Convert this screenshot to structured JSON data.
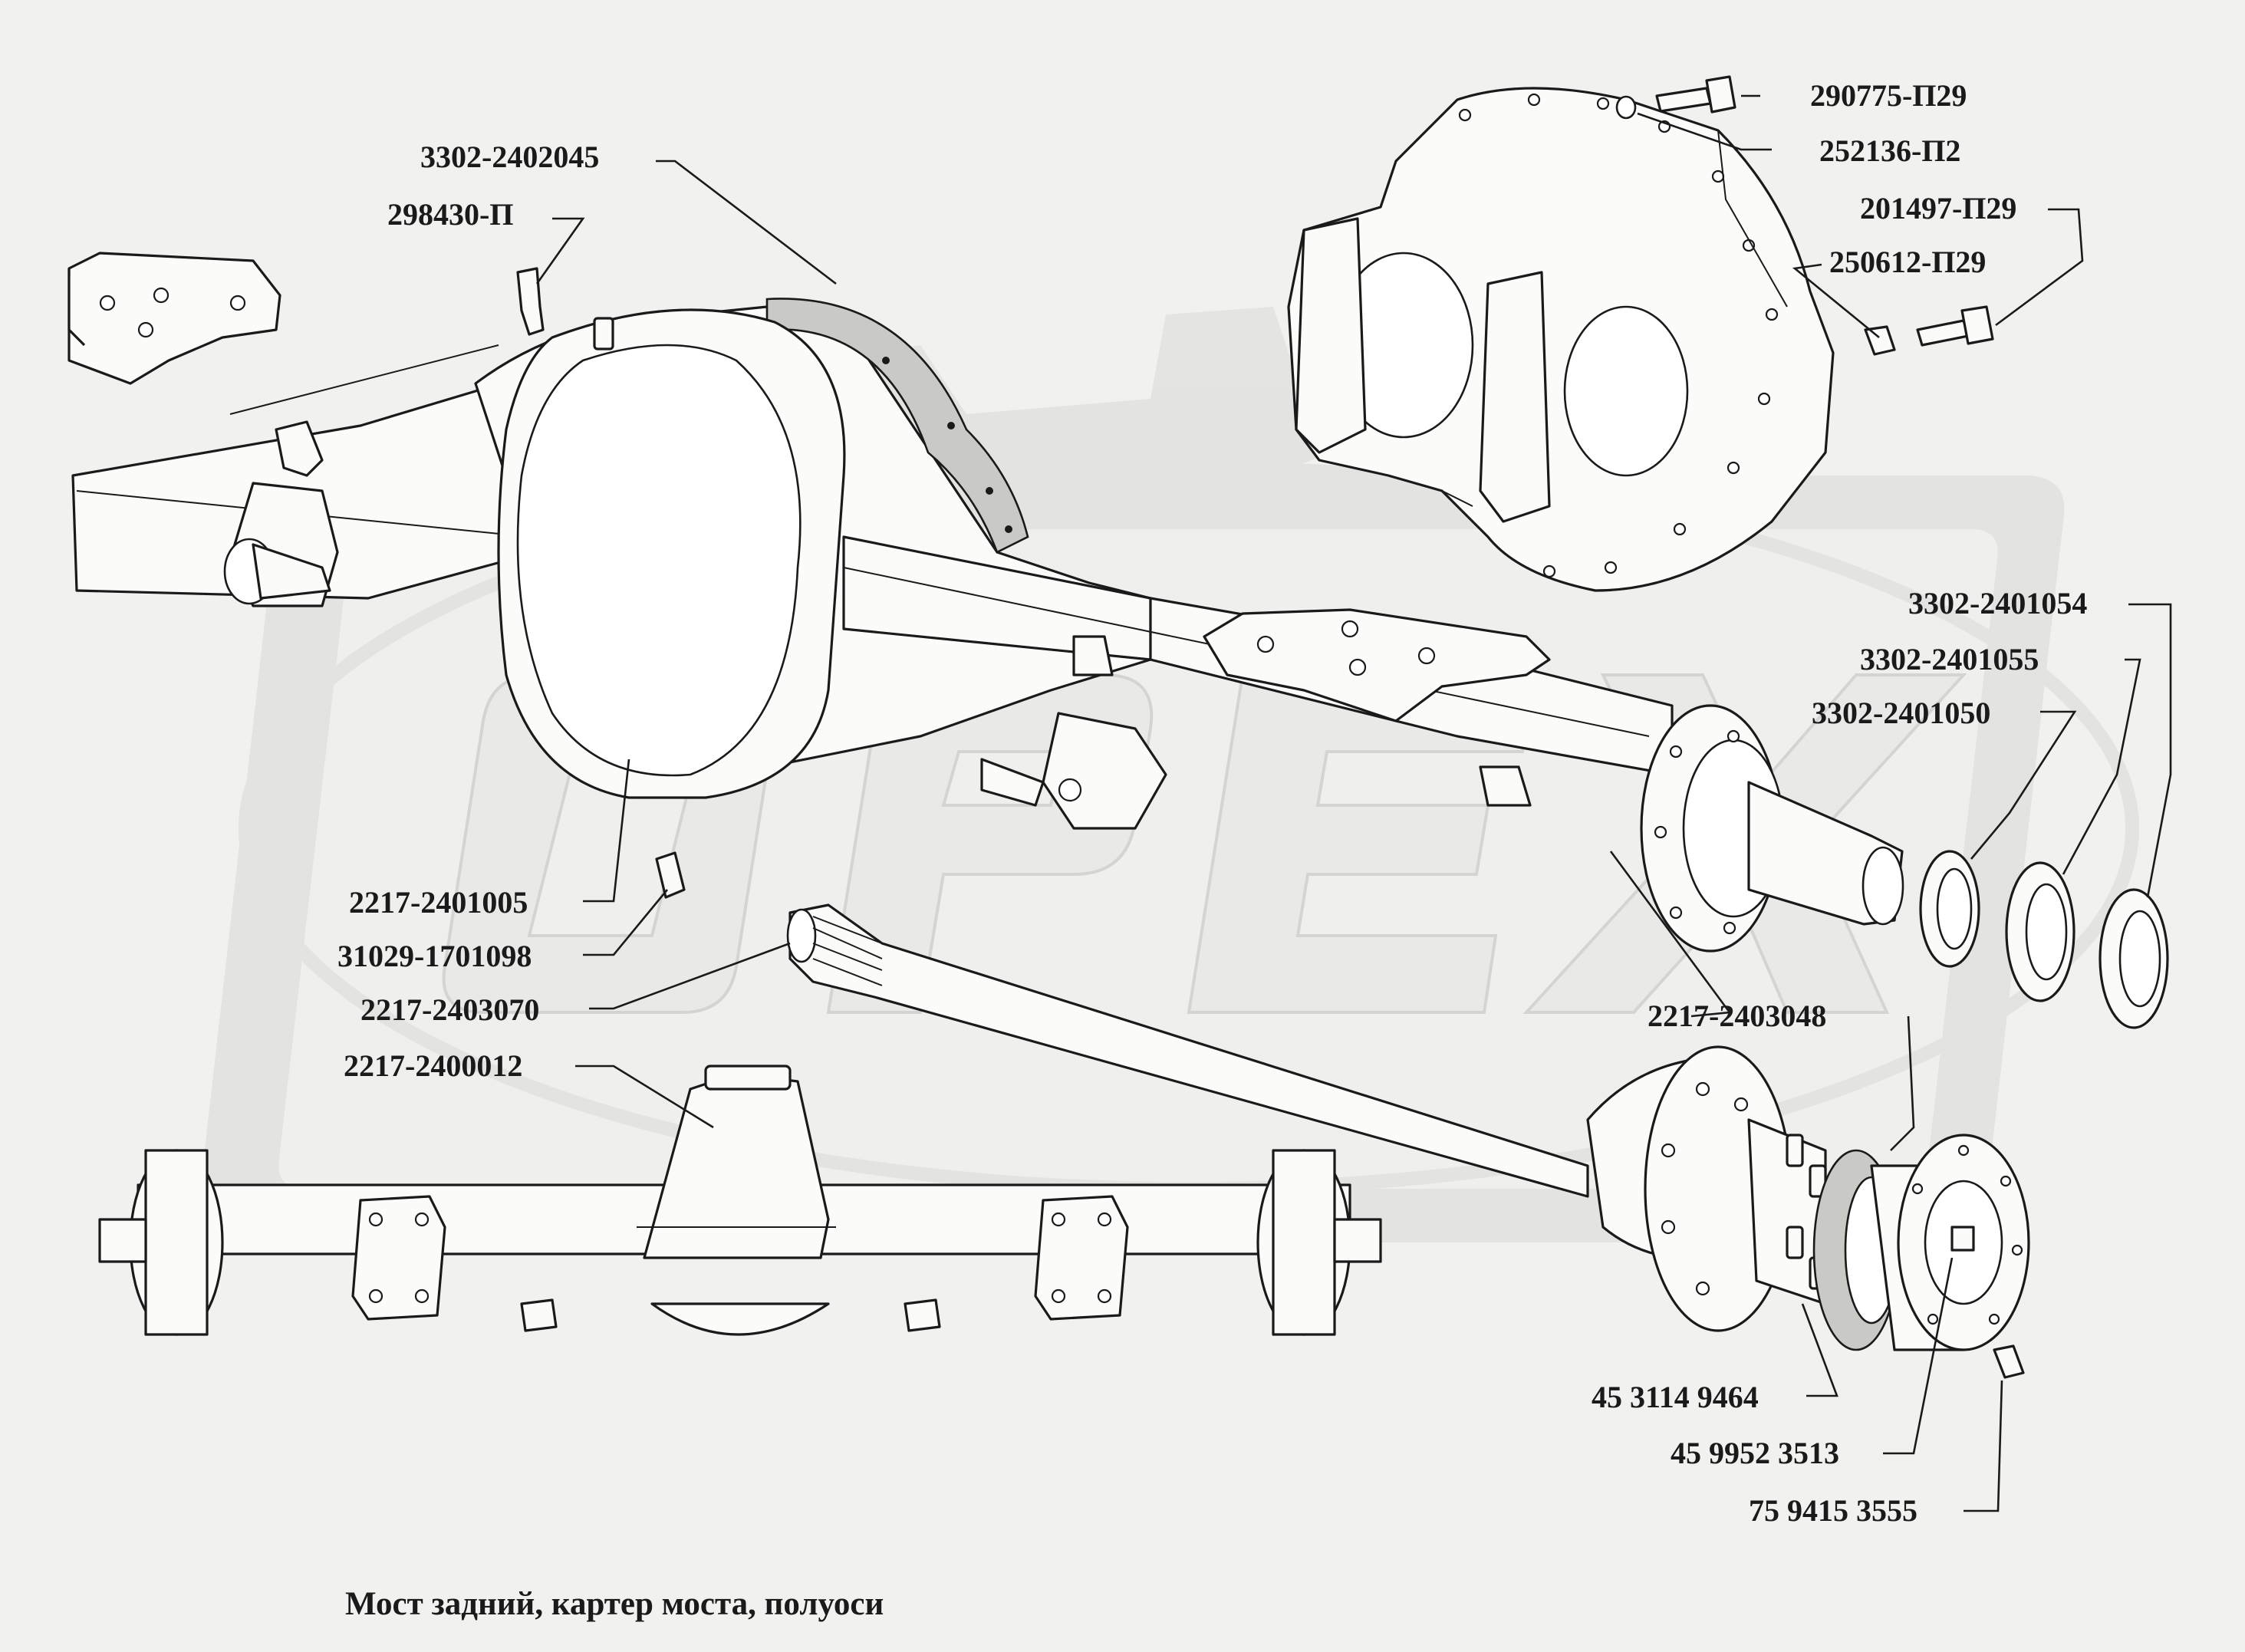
{
  "watermark": {
    "text": "OPEX"
  },
  "caption": "Мост задний, картер моста, полуоси",
  "part_labels": [
    {
      "id": "3302-2402045",
      "text": "3302-2402045"
    },
    {
      "id": "298430-P",
      "text": "298430-П"
    },
    {
      "id": "290775-P29",
      "text": "290775-П29"
    },
    {
      "id": "252136-P2",
      "text": "252136-П2"
    },
    {
      "id": "201497-P29",
      "text": "201497-П29"
    },
    {
      "id": "250612-P29",
      "text": "250612-П29"
    },
    {
      "id": "3302-2401054",
      "text": "3302-2401054"
    },
    {
      "id": "3302-2401055",
      "text": "3302-2401055"
    },
    {
      "id": "3302-2401050",
      "text": "3302-2401050"
    },
    {
      "id": "2217-2401005",
      "text": "2217-2401005"
    },
    {
      "id": "31029-1701098",
      "text": "31029-1701098"
    },
    {
      "id": "2217-2403070",
      "text": "2217-2403070"
    },
    {
      "id": "2217-2400012",
      "text": "2217-2400012"
    },
    {
      "id": "2217-2403048",
      "text": "2217-2403048"
    },
    {
      "id": "45-3114-9464",
      "text": "45 3114 9464"
    },
    {
      "id": "45-9952-3513",
      "text": "45 9952 3513"
    },
    {
      "id": "75-9415-3555",
      "text": "75 9415 3555"
    }
  ]
}
